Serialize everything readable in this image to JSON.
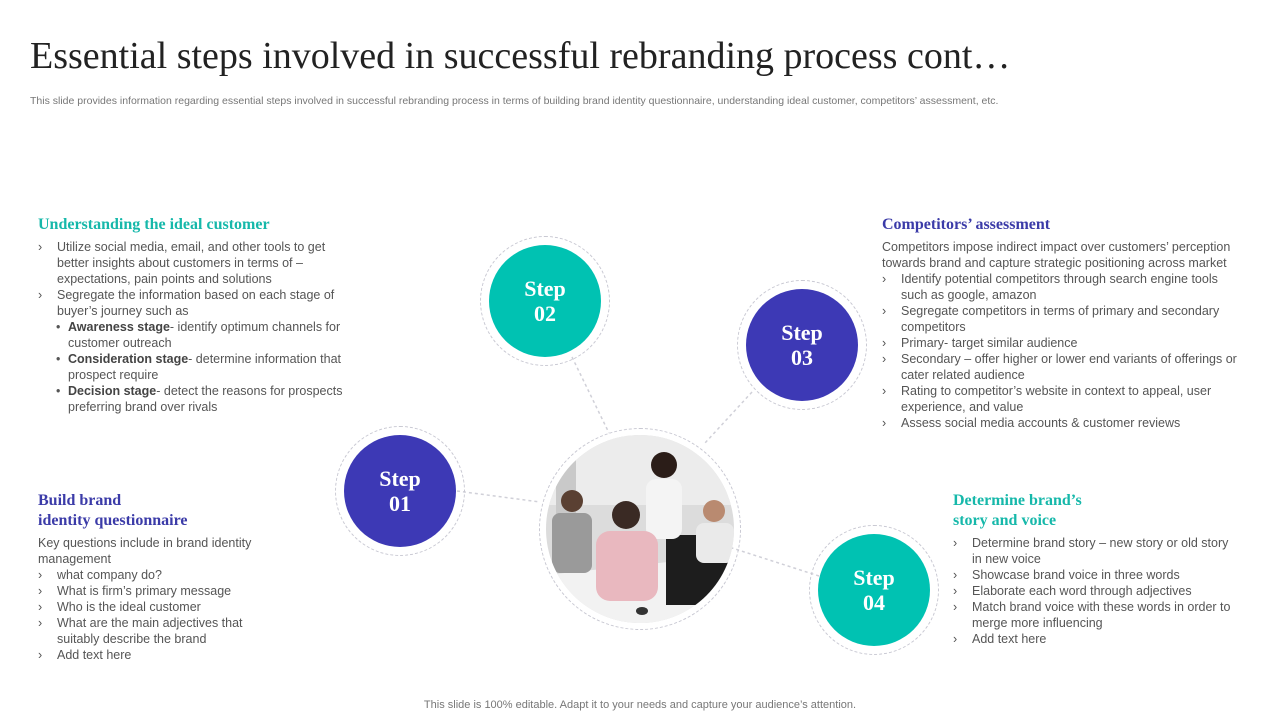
{
  "title": "Essential steps involved in successful rebranding process cont…",
  "subtitle": "This slide provides information regarding essential steps involved in successful rebranding process in terms of building brand identity questionnaire, understanding ideal customer, competitors’ assessment, etc.",
  "footer": "This slide is 100% editable. Adapt it to your needs and capture your audience’s attention.",
  "colors": {
    "teal": "#00c2b2",
    "indigo": "#3d39b5"
  },
  "steps": [
    {
      "word": "Step",
      "num": "01"
    },
    {
      "word": "Step",
      "num": "02"
    },
    {
      "word": "Step",
      "num": "03"
    },
    {
      "word": "Step",
      "num": "04"
    }
  ],
  "understanding": {
    "heading": "Understanding the ideal customer",
    "bullets": [
      "Utilize social media, email, and other tools to get better insights about customers in terms of – expectations, pain points and solutions",
      "Segregate the information based on each stage of buyer’s journey such as"
    ],
    "stages": [
      {
        "label": "Awareness stage",
        "text": "- identify optimum channels for customer outreach"
      },
      {
        "label": "Consideration stage",
        "text": "- determine information that prospect require"
      },
      {
        "label": "Decision stage",
        "text": "- detect the reasons for prospects preferring  brand over  rivals"
      }
    ]
  },
  "build": {
    "heading_line1": "Build brand",
    "heading_line2": "identity questionnaire",
    "intro": "Key questions include in brand identity management",
    "bullets": [
      "what company do?",
      "What is firm’s primary message",
      "Who is the ideal customer",
      "What are the main adjectives that suitably describe the brand",
      "Add text here"
    ]
  },
  "competitors": {
    "heading": "Competitors’ assessment",
    "intro": "Competitors impose indirect impact over customers’ perception towards brand and capture strategic positioning across market",
    "bullets": [
      "Identify potential competitors through search engine tools such as google, amazon",
      "Segregate competitors in terms of primary and secondary competitors",
      "Primary- target similar audience",
      "Secondary – offer higher or lower end variants of offerings or cater related audience",
      "Rating to competitor’s website in context to appeal, user experience, and value",
      "Assess social media accounts & customer reviews"
    ]
  },
  "story": {
    "heading_line1": "Determine brand’s",
    "heading_line2": "story and voice",
    "bullets": [
      "Determine brand story – new story or old story in new voice",
      "Showcase brand voice in three words",
      "Elaborate each word through adjectives",
      "Match brand voice with these words in order to merge more influencing",
      "Add text here"
    ]
  }
}
